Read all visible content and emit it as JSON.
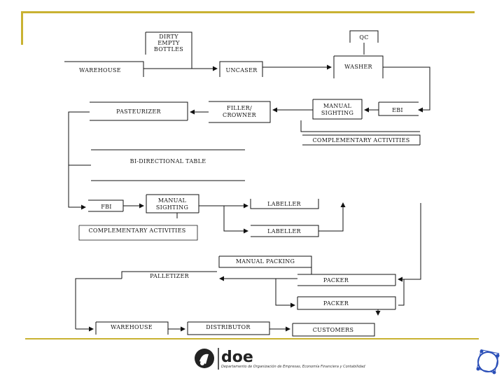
{
  "nodes": {
    "dirty_empty_bottles": [
      "DIRTY",
      "EMPTY",
      "BOTTLES"
    ],
    "qc": "QC",
    "warehouse_in": "WAREHOUSE",
    "uncaser": "UNCASER",
    "washer": "WASHER",
    "pasteurizer": "PASTEURIZER",
    "filler_crowner": [
      "FILLER/",
      "CROWNER"
    ],
    "manual_sighting_1": [
      "MANUAL",
      "SIGHTING"
    ],
    "ebi": "EBI",
    "complementary_1": "COMPLEMENTARY ACTIVITIES",
    "bidirectional_table": "BI-DIRECTIONAL TABLE",
    "fbi": "FBI",
    "manual_sighting_2": [
      "MANUAL",
      "SIGHTING"
    ],
    "labeller_1": "LABELLER",
    "labeller_2": "LABELLER",
    "complementary_2": "COMPLEMENTARY ACTIVITIES",
    "manual_packing": "MANUAL PACKING",
    "palletizer": "PALLETIZER",
    "packer_1": "PACKER",
    "packer_2": "PACKER",
    "warehouse_out": "WAREHOUSE",
    "distributor": "DISTRIBUTOR",
    "customers": "CUSTOMERS"
  },
  "footer": {
    "logo_text": "doe",
    "subtitle": "Departamento de Organización de Empresas, Economía Financiera y Contabilidad"
  },
  "colors": {
    "accent": "#c9b232",
    "line": "#111111",
    "corner_ornament": "#2b4fb8"
  }
}
